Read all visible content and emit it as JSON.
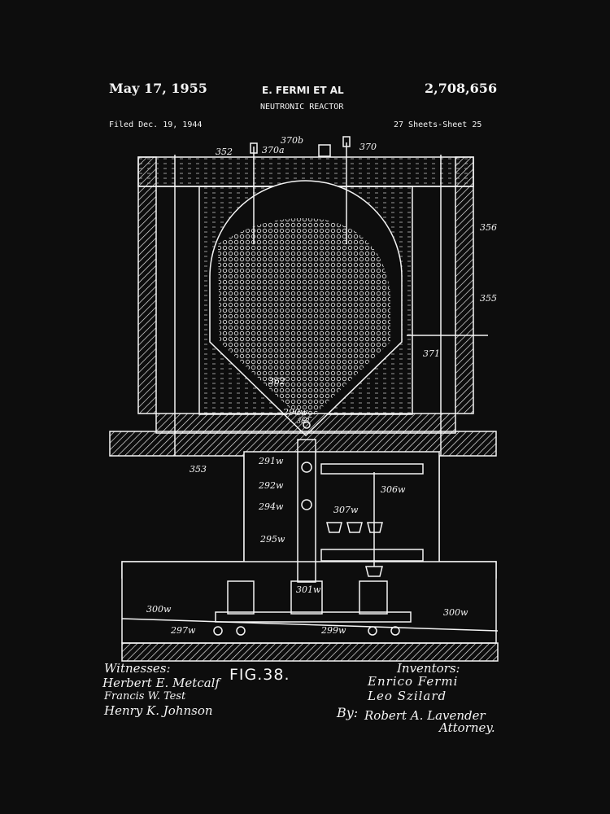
{
  "header": {
    "date": "May 17, 1955",
    "inventor_header": "E. FERMI ET AL",
    "patent_number": "2,708,656",
    "title": "NEUTRONIC REACTOR",
    "filed": "Filed Dec. 19, 1944",
    "sheets": "27 Sheets-Sheet 25"
  },
  "figure": {
    "label": "FIG.38.",
    "reference_numerals": [
      "352",
      "370a",
      "370b",
      "370",
      "356",
      "355",
      "371",
      "362",
      "290w",
      "365",
      "353",
      "291w",
      "292w",
      "294w",
      "295w",
      "306w",
      "307w",
      "301w",
      "300w",
      "300w",
      "297w",
      "299w"
    ]
  },
  "signatures": {
    "witnesses_label": "Witnesses:",
    "witnesses": [
      "Herbert E. Metcalf",
      "Francis W. Test",
      "Henry K. Johnson"
    ],
    "inventors_label": "Inventors:",
    "inventors": [
      "Enrico Fermi",
      "Leo Szilard"
    ],
    "by_label": "By:",
    "attorney_signature": "Robert A. Lavender",
    "attorney_label": "Attorney."
  },
  "colors": {
    "background": "#0d0d0d",
    "ink": "#f4f4f4"
  }
}
